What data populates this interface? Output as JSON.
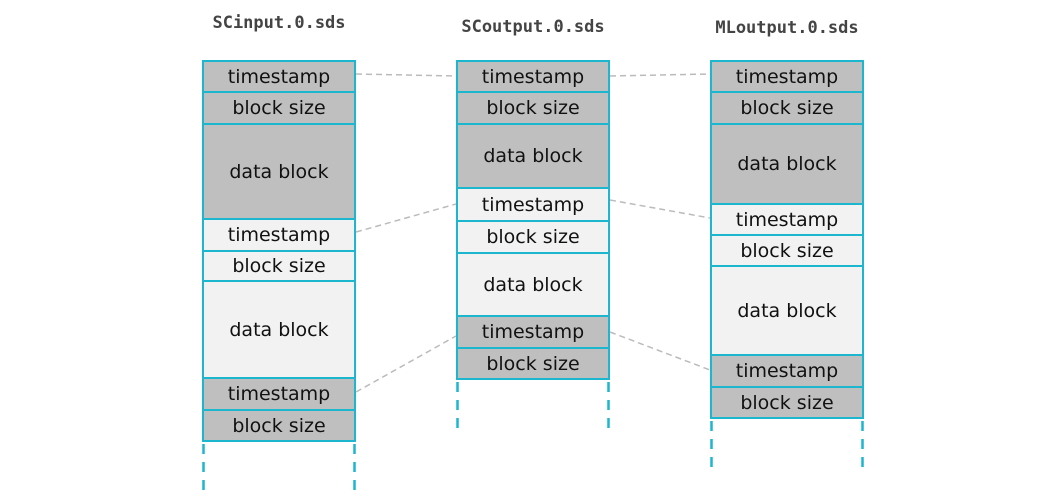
{
  "files": [
    {
      "name": "SCinput.0.sds",
      "blocks": [
        {
          "label": "timestamp",
          "shade": "gray"
        },
        {
          "label": "block size",
          "shade": "gray"
        },
        {
          "label": "data block",
          "shade": "gray"
        },
        {
          "label": "timestamp",
          "shade": "light"
        },
        {
          "label": "block size",
          "shade": "light"
        },
        {
          "label": "data block",
          "shade": "light"
        },
        {
          "label": "timestamp",
          "shade": "gray"
        },
        {
          "label": "block size",
          "shade": "gray"
        }
      ]
    },
    {
      "name": "SCoutput.0.sds",
      "blocks": [
        {
          "label": "timestamp",
          "shade": "gray"
        },
        {
          "label": "block size",
          "shade": "gray"
        },
        {
          "label": "data block",
          "shade": "gray"
        },
        {
          "label": "timestamp",
          "shade": "light"
        },
        {
          "label": "block size",
          "shade": "light"
        },
        {
          "label": "data block",
          "shade": "light"
        },
        {
          "label": "timestamp",
          "shade": "gray"
        },
        {
          "label": "block size",
          "shade": "gray"
        }
      ]
    },
    {
      "name": "MLoutput.0.sds",
      "blocks": [
        {
          "label": "timestamp",
          "shade": "gray"
        },
        {
          "label": "block size",
          "shade": "gray"
        },
        {
          "label": "data block",
          "shade": "gray"
        },
        {
          "label": "timestamp",
          "shade": "light"
        },
        {
          "label": "block size",
          "shade": "light"
        },
        {
          "label": "data block",
          "shade": "light"
        },
        {
          "label": "timestamp",
          "shade": "gray"
        },
        {
          "label": "block size",
          "shade": "gray"
        }
      ]
    }
  ],
  "colors": {
    "border": "#1cb6cf",
    "gray_fill": "#bfbfbf",
    "light_fill": "#f2f2f2",
    "connector": "#bbbbbb"
  }
}
